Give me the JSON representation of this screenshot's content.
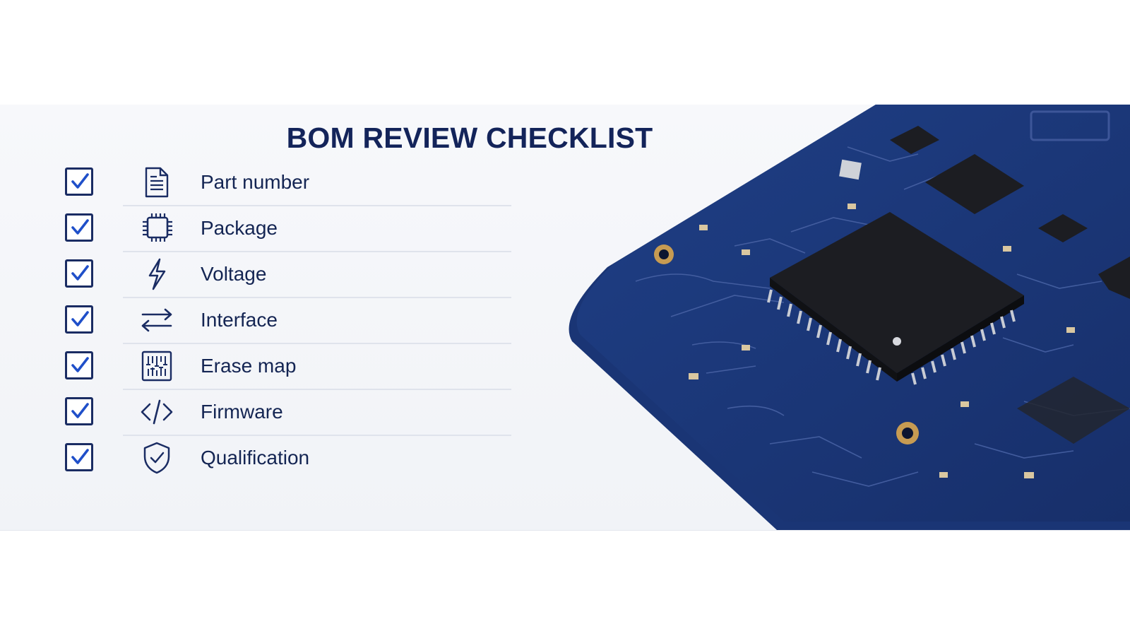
{
  "title": "BOM REVIEW CHECKLIST",
  "colors": {
    "navy": "#13245a",
    "checkbox_border": "#1a2c63",
    "checkmark": "#1f4fc9",
    "board_blue": "#1f3f86",
    "chip": "#1c1d22"
  },
  "items": [
    {
      "label": "Part number",
      "icon": "document-icon",
      "checked": true
    },
    {
      "label": "Package",
      "icon": "chip-icon",
      "checked": true
    },
    {
      "label": "Voltage",
      "icon": "lightning-icon",
      "checked": true
    },
    {
      "label": "Interface",
      "icon": "swap-arrows-icon",
      "checked": true
    },
    {
      "label": "Erase map",
      "icon": "memory-grid-icon",
      "checked": true
    },
    {
      "label": "Firmware",
      "icon": "code-icon",
      "checked": true
    },
    {
      "label": "Qualification",
      "icon": "shield-check-icon",
      "checked": true
    }
  ]
}
